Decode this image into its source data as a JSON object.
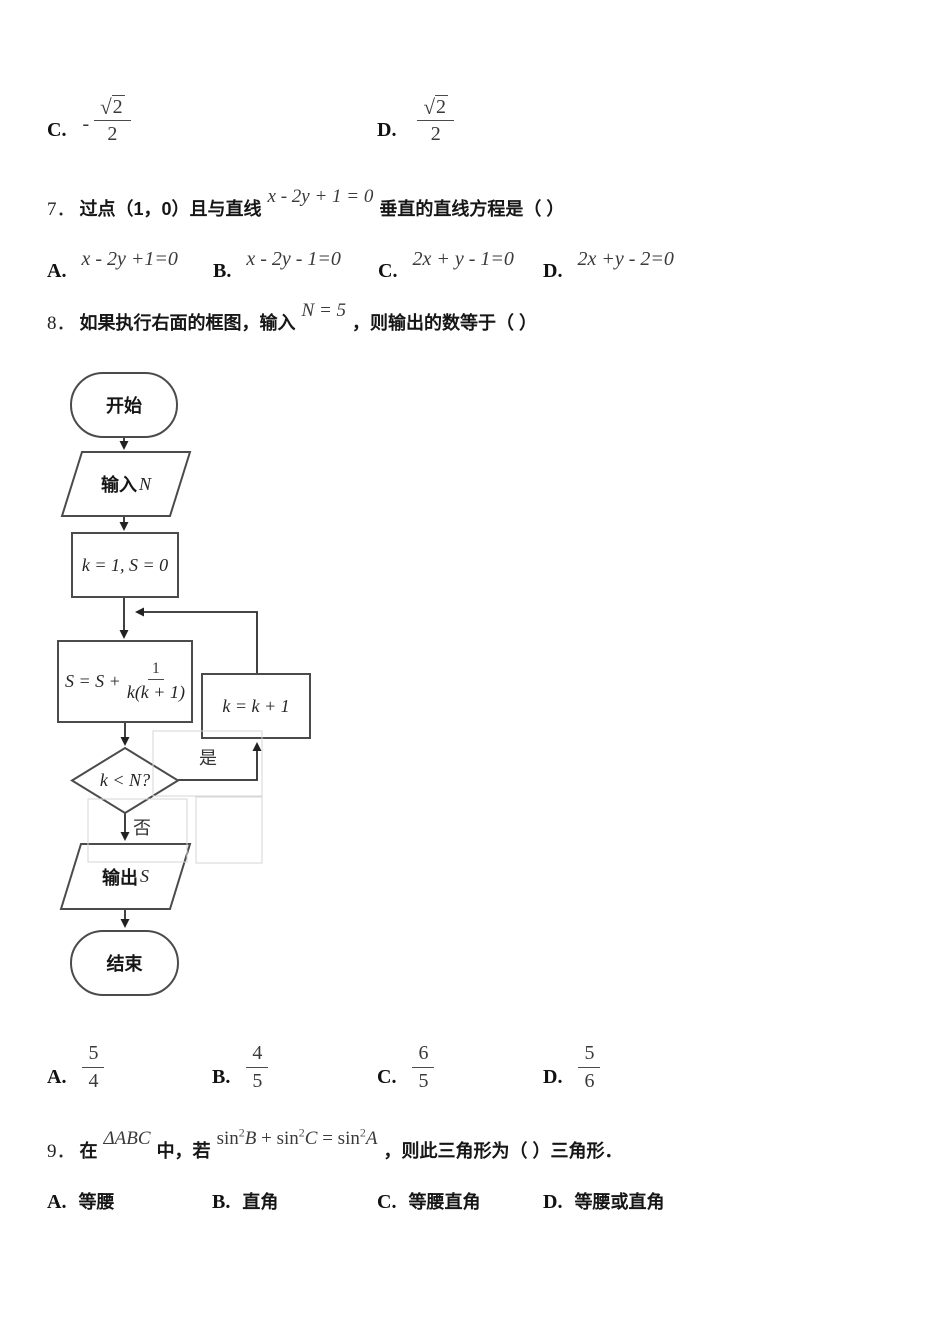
{
  "top_options": [
    {
      "label": "C.",
      "minus": "-",
      "radical": "√",
      "radicand": "2",
      "den": "2"
    },
    {
      "label": "D.",
      "minus": "",
      "radical": "√",
      "radicand": "2",
      "den": "2"
    }
  ],
  "q7": {
    "num": "7．",
    "pre": "过点（1，0）且与直线",
    "eq": "x - 2y + 1 = 0",
    "post": "垂直的直线方程是（ ）",
    "options": [
      {
        "label": "A.",
        "eq": "x - 2y +1=0"
      },
      {
        "label": "B.",
        "eq": "x - 2y - 1=0"
      },
      {
        "label": "C.",
        "eq": "2x + y - 1=0"
      },
      {
        "label": "D.",
        "eq": "2x +y - 2=0"
      }
    ]
  },
  "q8": {
    "num": "8．",
    "pre": "如果执行右面的框图，输入",
    "eq": "N = 5",
    "post": "，则输出的数等于（ ）",
    "options": [
      {
        "label": "A.",
        "num": "5",
        "den": "4"
      },
      {
        "label": "B.",
        "num": "4",
        "den": "5"
      },
      {
        "label": "C.",
        "num": "6",
        "den": "5"
      },
      {
        "label": "D.",
        "num": "5",
        "den": "6"
      }
    ]
  },
  "flowchart": {
    "start": "开始",
    "input_cn": "输入",
    "input_var": "N",
    "init": "k = 1, S = 0",
    "sum_prefix": "S = S +",
    "sum_num": "1",
    "sum_den": "k(k + 1)",
    "inc": "k = k + 1",
    "cond": "k < N?",
    "yes": "是",
    "no": "否",
    "output_cn": "输出",
    "output_var": "S",
    "end": "结束"
  },
  "q9": {
    "num": "9．",
    "pre": "在",
    "tri": "ΔABC",
    "mid": "中，若",
    "eq": [
      {
        "t": "sin"
      },
      {
        "t": "2"
      },
      {
        "t": "B"
      },
      {
        "t": " + "
      },
      {
        "t": "sin"
      },
      {
        "t": "2"
      },
      {
        "t": "C"
      },
      {
        "t": " = "
      },
      {
        "t": "sin"
      },
      {
        "t": "2"
      },
      {
        "t": "A"
      }
    ],
    "post": "，则此三角形为（ ）三角形．",
    "options": [
      {
        "label": "A.",
        "text": "等腰"
      },
      {
        "label": "B.",
        "text": "直角"
      },
      {
        "label": "C.",
        "text": "等腰直角"
      },
      {
        "label": "D.",
        "text": "等腰或直角"
      }
    ]
  }
}
